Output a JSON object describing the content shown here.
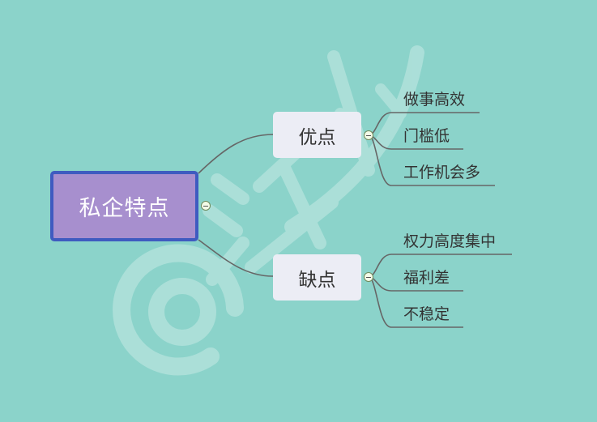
{
  "colors": {
    "background": "#8bd3ca",
    "root_fill": "#a78fce",
    "root_border": "#3f5bc0",
    "branch_fill": "#ecedf5",
    "connector": "#666666",
    "watermark": "#b9e3de"
  },
  "watermark_text": "@江少",
  "mindmap": {
    "root": {
      "label": "私企特点"
    },
    "branches": [
      {
        "label": "优点",
        "children": [
          "做事高效",
          "门槛低",
          "工作机会多"
        ]
      },
      {
        "label": "缺点",
        "children": [
          "权力高度集中",
          "福利差",
          "不稳定"
        ]
      }
    ]
  }
}
